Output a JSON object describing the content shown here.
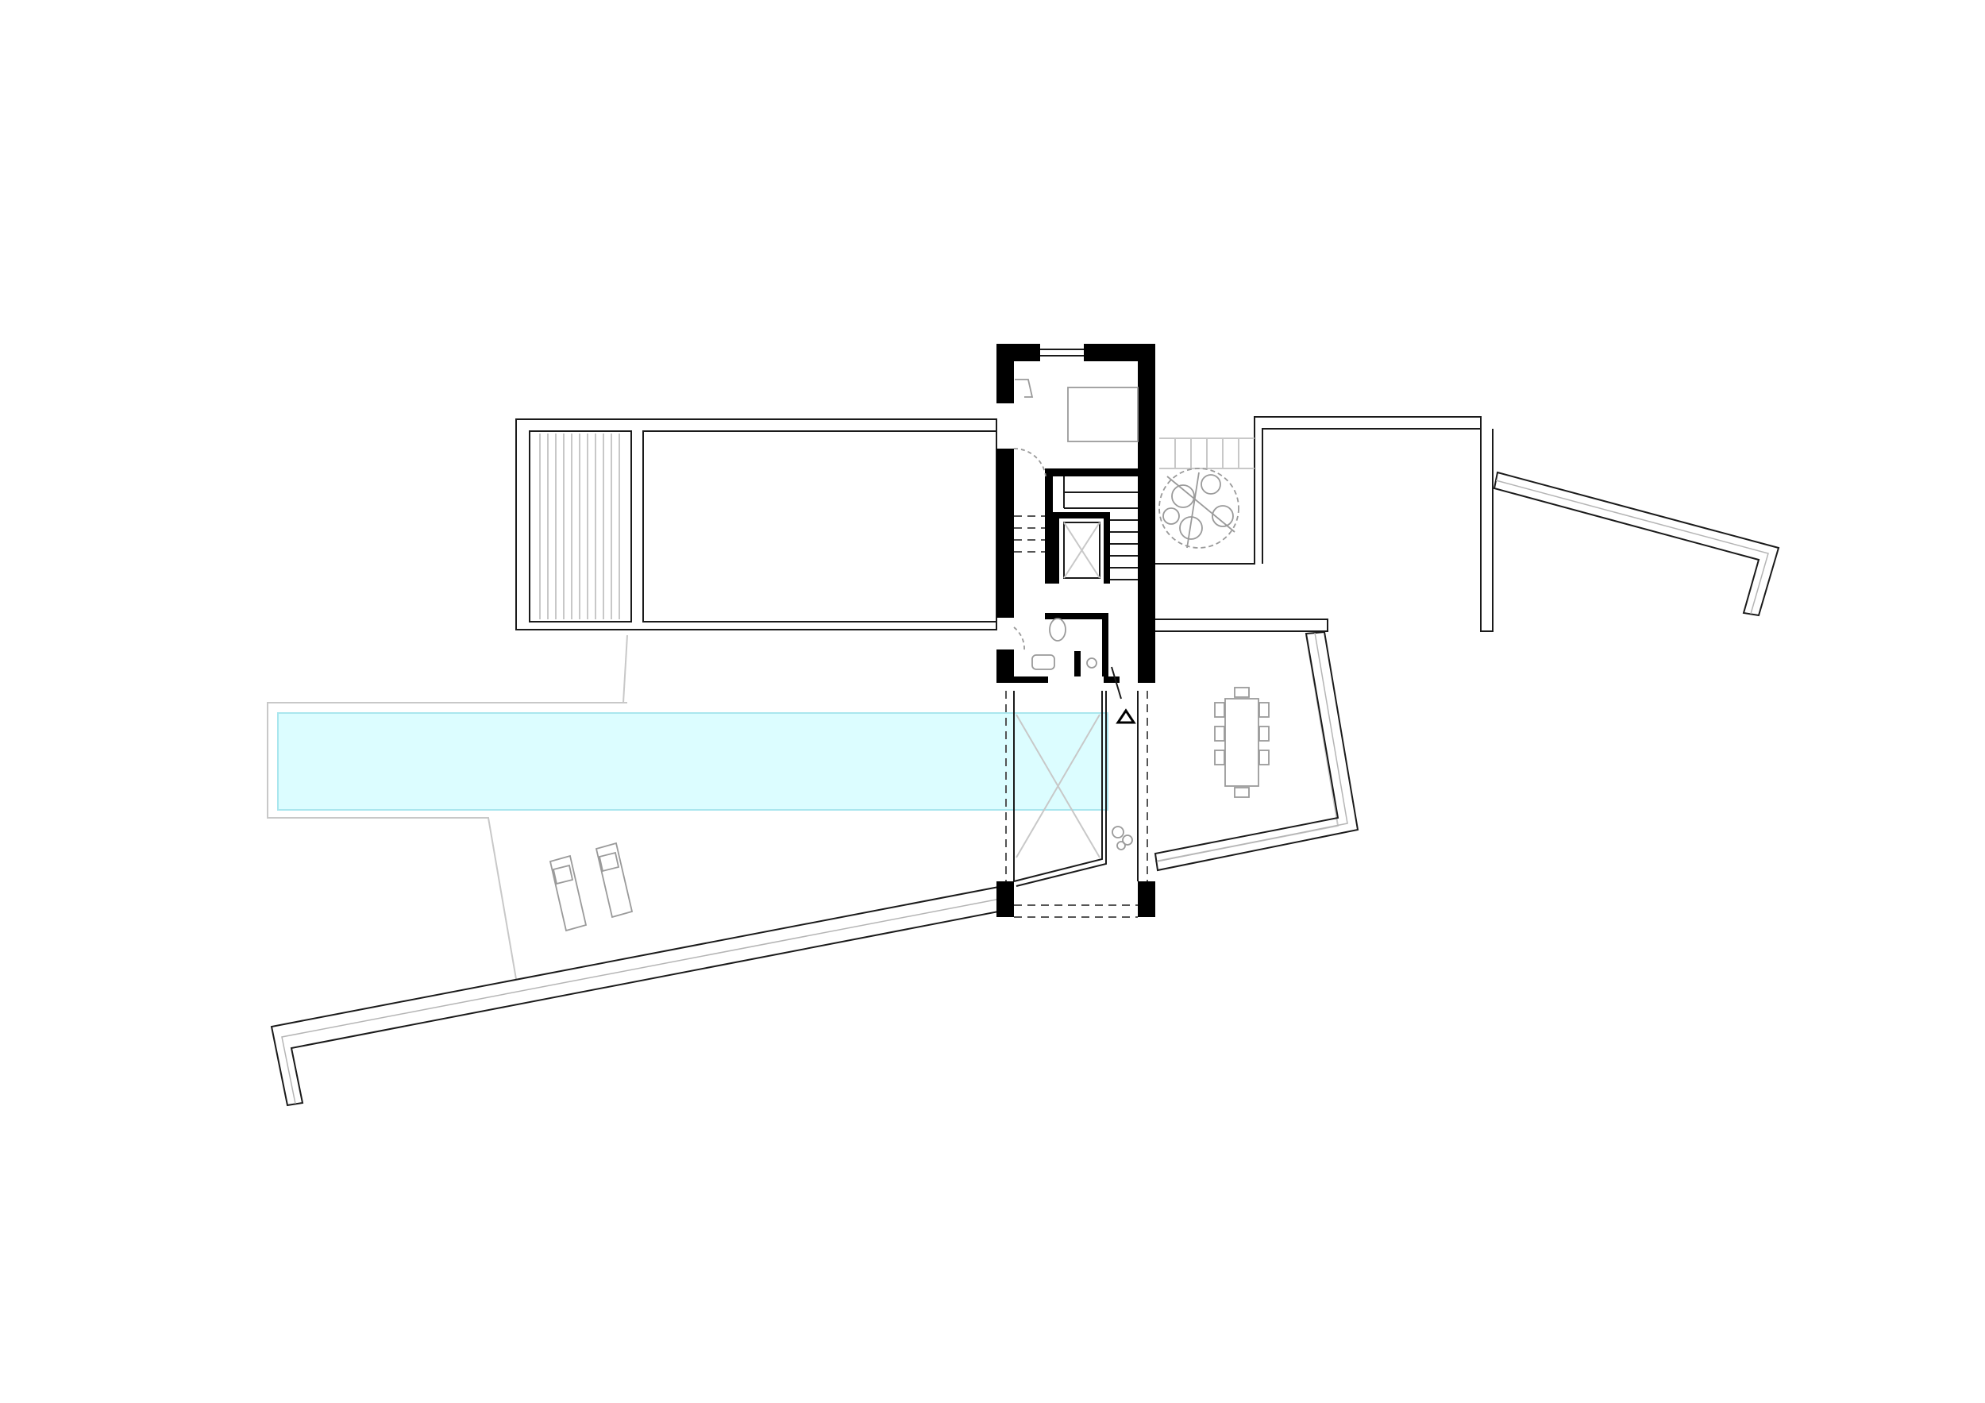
{
  "drawing": {
    "kind": "floor-plan",
    "colors": {
      "background": "#ffffff",
      "wall_fill": "#000000",
      "line": "#1a1a1a",
      "terrace_line": "#c8c8c8",
      "pool_water": "#dcfdff",
      "pool_edge": "#a9e6ee",
      "stonework": "#b5b5b5",
      "furniture": "#9a9a9a"
    },
    "elements": [
      {
        "name": "central-tower",
        "icon": "building-block"
      },
      {
        "name": "west-wing-roof",
        "icon": "flat-roof"
      },
      {
        "name": "east-terrace-wall",
        "icon": "retaining-wall"
      },
      {
        "name": "swimming-pool",
        "icon": "pool"
      },
      {
        "name": "garden-retaining-wall",
        "icon": "stone-wall"
      },
      {
        "name": "staircase",
        "icon": "stairs"
      },
      {
        "name": "bedroom-bed",
        "icon": "bed"
      },
      {
        "name": "bathroom",
        "icon": "toilet"
      },
      {
        "name": "dining-set",
        "icon": "table-chairs"
      },
      {
        "name": "sun-loungers",
        "icon": "lounger"
      },
      {
        "name": "tree",
        "icon": "tree"
      },
      {
        "name": "entrance-marker",
        "icon": "triangle-marker"
      }
    ]
  }
}
